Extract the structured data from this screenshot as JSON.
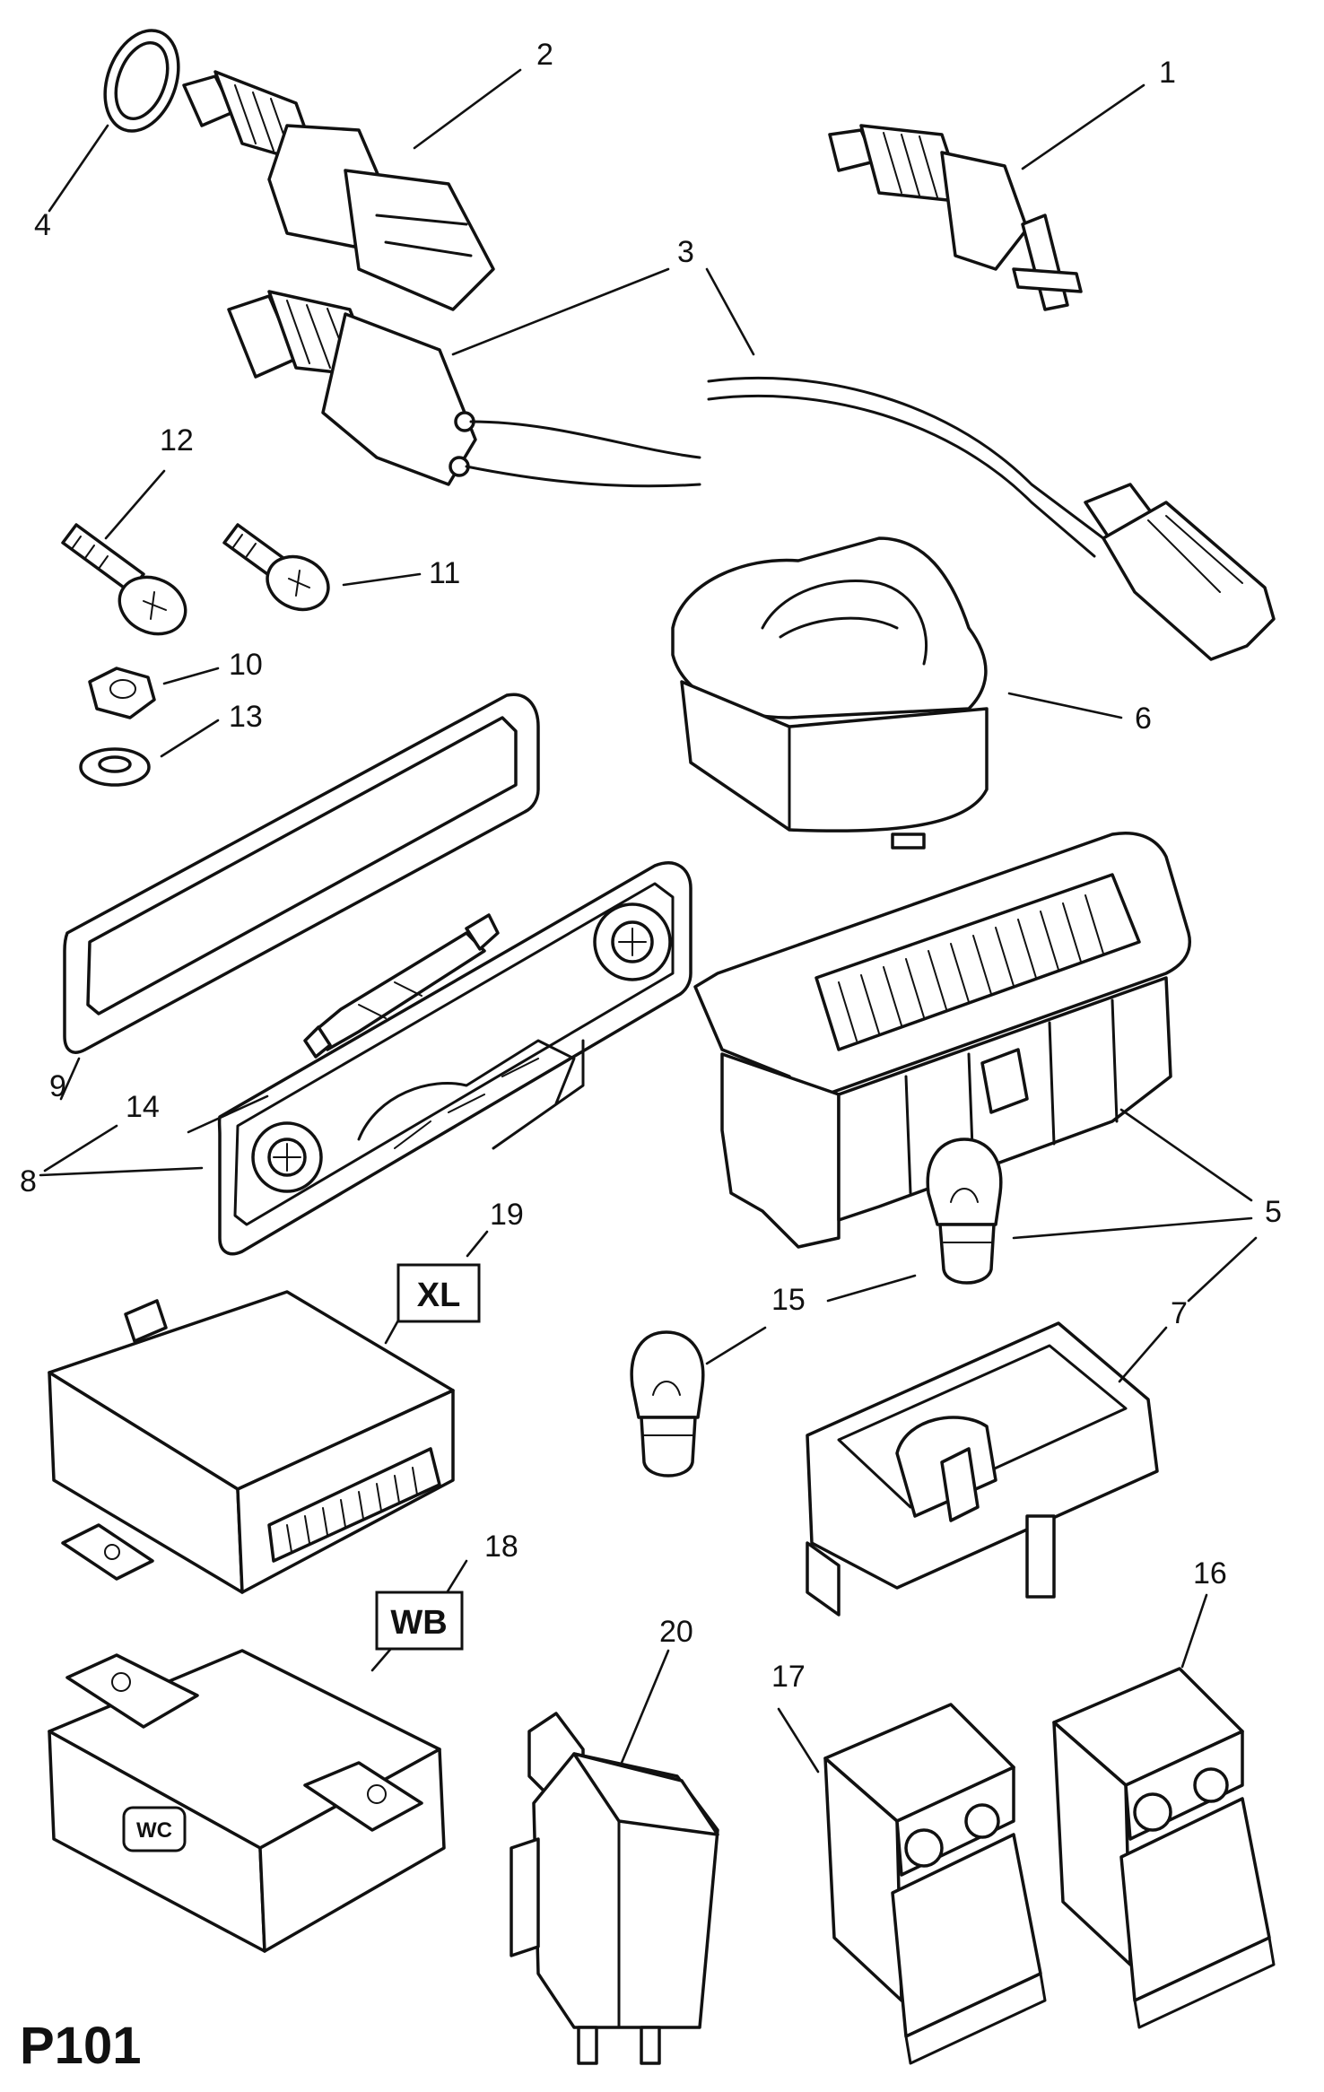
{
  "page_code": "P101",
  "variant_tags": {
    "xl": "XL",
    "wb": "WB"
  },
  "part_marking": "WC",
  "callouts": {
    "n1": "1",
    "n2": "2",
    "n3": "3",
    "n4": "4",
    "n5a": "5",
    "n5b": "5",
    "n6": "6",
    "n7": "7",
    "n8": "8",
    "n9": "9",
    "n10": "10",
    "n11": "11",
    "n12": "12",
    "n13": "13",
    "n14": "14",
    "n15": "15",
    "n16": "16",
    "n17": "17",
    "n18": "18",
    "n19": "19",
    "n20": "20"
  }
}
